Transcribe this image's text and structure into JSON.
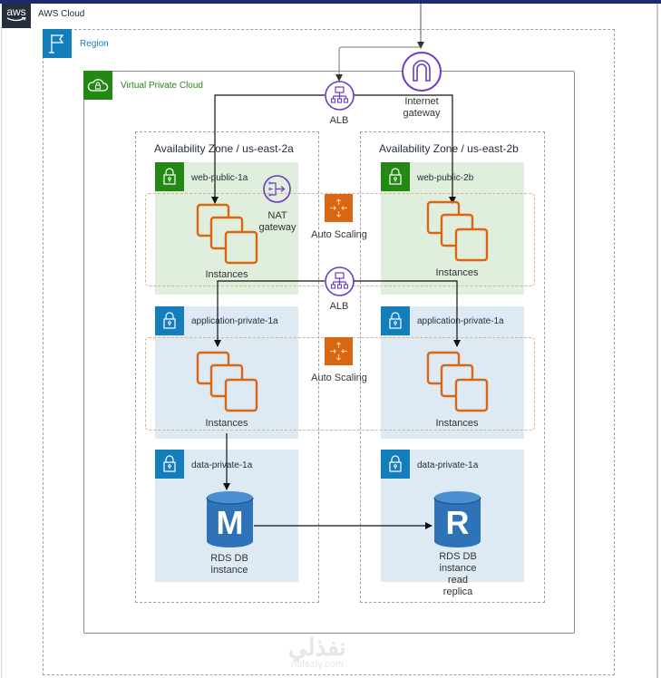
{
  "aws_cloud": {
    "logo_text": "aws",
    "label": "AWS Cloud"
  },
  "region": {
    "label": "Region"
  },
  "vpc": {
    "label": "Virtual Private Cloud"
  },
  "availability_zones": [
    {
      "label": "Availability Zone / us-east-2a"
    },
    {
      "label": "Availability Zone / us-east-2b"
    }
  ],
  "subnets": {
    "web_a": {
      "label": "web-public-1a",
      "type": "public"
    },
    "web_b": {
      "label": "web-public-2b",
      "type": "public"
    },
    "app_a": {
      "label": "application-private-1a",
      "type": "private"
    },
    "app_b": {
      "label": "application-private-1a",
      "type": "private"
    },
    "data_a": {
      "label": "data-private-1a",
      "type": "private"
    },
    "data_b": {
      "label": "data-private-1a",
      "type": "private"
    }
  },
  "nodes": {
    "internet_gateway": {
      "label_line1": "Internet",
      "label_line2": "gateway",
      "icon": "internet-gateway-icon"
    },
    "alb_top": {
      "label": "ALB",
      "icon": "load-balancer-icon"
    },
    "alb_mid": {
      "label": "ALB",
      "icon": "load-balancer-icon"
    },
    "nat_gateway": {
      "label_line1": "NAT",
      "label_line2": "gateway",
      "icon": "nat-gateway-icon"
    },
    "auto_scaling_web": {
      "label": "Auto Scaling",
      "icon": "auto-scaling-icon"
    },
    "auto_scaling_app": {
      "label": "Auto Scaling",
      "icon": "auto-scaling-icon"
    },
    "instances_web_a": {
      "label": "Instances",
      "icon": "ec2-instances-icon"
    },
    "instances_web_b": {
      "label": "Instances",
      "icon": "ec2-instances-icon"
    },
    "instances_app_a": {
      "label": "Instances",
      "icon": "ec2-instances-icon"
    },
    "instances_app_b": {
      "label": "Instances",
      "icon": "ec2-instances-icon"
    },
    "rds_master": {
      "letter": "M",
      "label_line1": "RDS DB",
      "label_line2": "instance",
      "icon": "rds-database-icon"
    },
    "rds_replica": {
      "letter": "R",
      "label_line1": "RDS DB",
      "label_line2": "instance",
      "label_line3": "read",
      "label_line4": "replica",
      "icon": "rds-database-icon"
    }
  },
  "colors": {
    "aws_dark": "#232f3e",
    "region_blue": "#147eba",
    "vpc_green": "#248814",
    "public_subnet_bg": "#e0eedd",
    "private_subnet_bg": "#dde9f3",
    "compute_orange": "#d86613",
    "network_purple": "#693cc5",
    "database_blue": "#2e73b8"
  },
  "watermark": {
    "arabic": "نفذلي",
    "latin": "nafezly.com"
  }
}
